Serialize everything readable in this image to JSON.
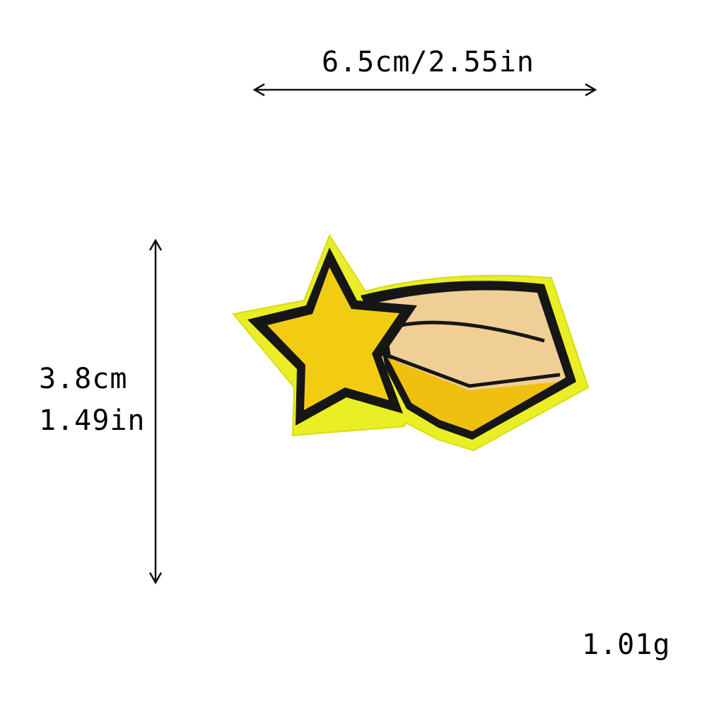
{
  "measurements": {
    "width": "6.5cm/2.55in",
    "height_cm": "3.8cm",
    "height_in": "1.49in",
    "weight": "1.01g"
  },
  "product": {
    "name": "shooting-star-patch-icon",
    "colors": {
      "backing": "#e9ee25",
      "border": "#161616",
      "star": "#f2cc12",
      "tail_light": "#f0cf96",
      "tail_dark": "#f0c010"
    }
  }
}
